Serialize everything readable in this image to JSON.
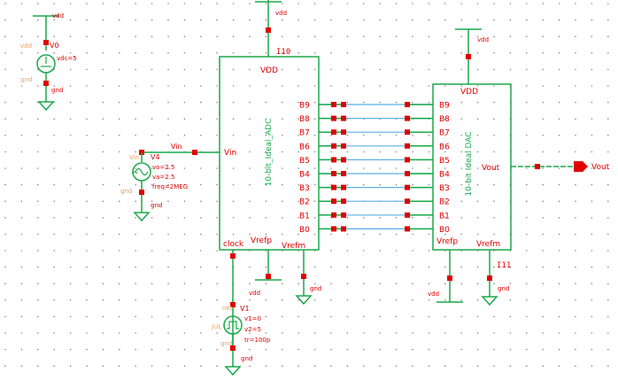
{
  "colors": {
    "background": "#ffffff",
    "grid_dot": "#8a8a8a",
    "component": "#1aa84a",
    "wire": "#1aa84a",
    "bus_wire": "#5ab0e8",
    "pin": "#e00000",
    "label": "#e00000",
    "ghost_label": "#e8a060",
    "ground": "#1aa84a"
  },
  "adc": {
    "instance": "I10",
    "name": "10-bit_Ideal_ADC",
    "vdd_pin": "VDD",
    "vin_pin": "Vin",
    "clock_pin": "clock",
    "vrefp_pin": "Vrefp",
    "vrefm_pin": "Vrefm",
    "bits": [
      "B9",
      "B8",
      "B7",
      "B6",
      "B5",
      "B4",
      "B3",
      "B2",
      "B1",
      "B0"
    ]
  },
  "dac": {
    "instance": "I11",
    "name": "10-bit Ideal DAC",
    "vdd_pin": "VDD",
    "vout_pin": "Vout",
    "vrefp_pin": "Vrefp",
    "vrefm_pin": "Vrefm",
    "bits": [
      "B9",
      "B8",
      "B7",
      "B6",
      "B5",
      "B4",
      "B3",
      "B2",
      "B1",
      "B0"
    ]
  },
  "nets": {
    "vdd": "vdd",
    "gnd": "gnd",
    "vin": "Vin",
    "vout": "Vout"
  },
  "sources": {
    "v0": {
      "name": "V0",
      "param": "vdc=5",
      "ghost_top": "vdd",
      "ghost_bottom": "gnd"
    },
    "v4": {
      "name": "V4",
      "params": [
        "vo=2.5",
        "va=2.5",
        "freq=2MEG"
      ],
      "ghost_top": "Vin",
      "ghost_bottom": "gnd"
    },
    "v1": {
      "name": "V1",
      "params": [
        "v1=0",
        "v2=5",
        "tr=100p"
      ],
      "ghost_side": "JUL",
      "ghost_top": "net",
      "ghost_bottom": "gnd"
    }
  }
}
